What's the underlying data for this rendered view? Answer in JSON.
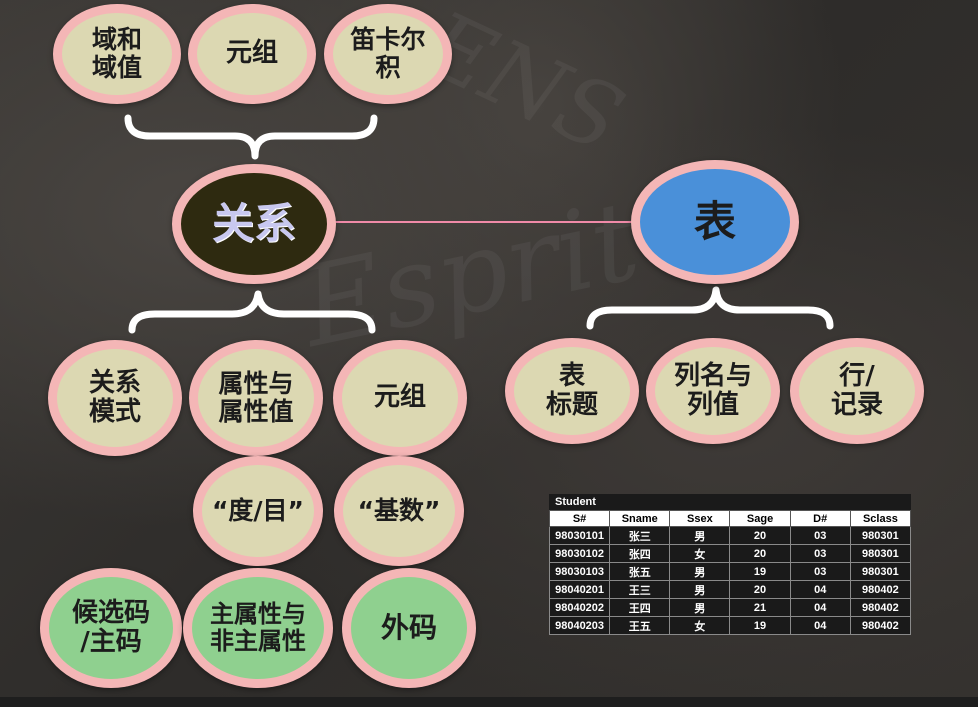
{
  "colors": {
    "node_fill_beige": "#dcd8b2",
    "node_fill_green": "#8fd08f",
    "node_border": "#f4b6b6",
    "center_relation_fill": "#2e2a10",
    "center_table_fill": "#4a90d9",
    "connector": "#ffffff",
    "link_line": "#f08aa8"
  },
  "nodes": {
    "domain": "域和\n域值",
    "tuple_top": "元组",
    "cartesian": "笛卡尔\n积",
    "relation": "关系",
    "table": "表",
    "schema": "关系\n模式",
    "attribute": "属性与\n属性值",
    "tuple": "元组",
    "caption": "表\n标题",
    "column": "列名与\n列值",
    "row": "行/\n记录",
    "degree": "“度/目”",
    "cardinality": "“基数”",
    "candidate_key": "候选码\n/主码",
    "prime_attr": "主属性与\n非主属性",
    "foreign_key": "外码"
  },
  "table": {
    "caption": "Student",
    "headers": [
      "S#",
      "Sname",
      "Ssex",
      "Sage",
      "D#",
      "Sclass"
    ],
    "rows": [
      [
        "98030101",
        "张三",
        "男",
        "20",
        "03",
        "980301"
      ],
      [
        "98030102",
        "张四",
        "女",
        "20",
        "03",
        "980301"
      ],
      [
        "98030103",
        "张五",
        "男",
        "19",
        "03",
        "980301"
      ],
      [
        "98040201",
        "王三",
        "男",
        "20",
        "04",
        "980402"
      ],
      [
        "98040202",
        "王四",
        "男",
        "21",
        "04",
        "980402"
      ],
      [
        "98040203",
        "王五",
        "女",
        "19",
        "04",
        "980402"
      ]
    ]
  }
}
